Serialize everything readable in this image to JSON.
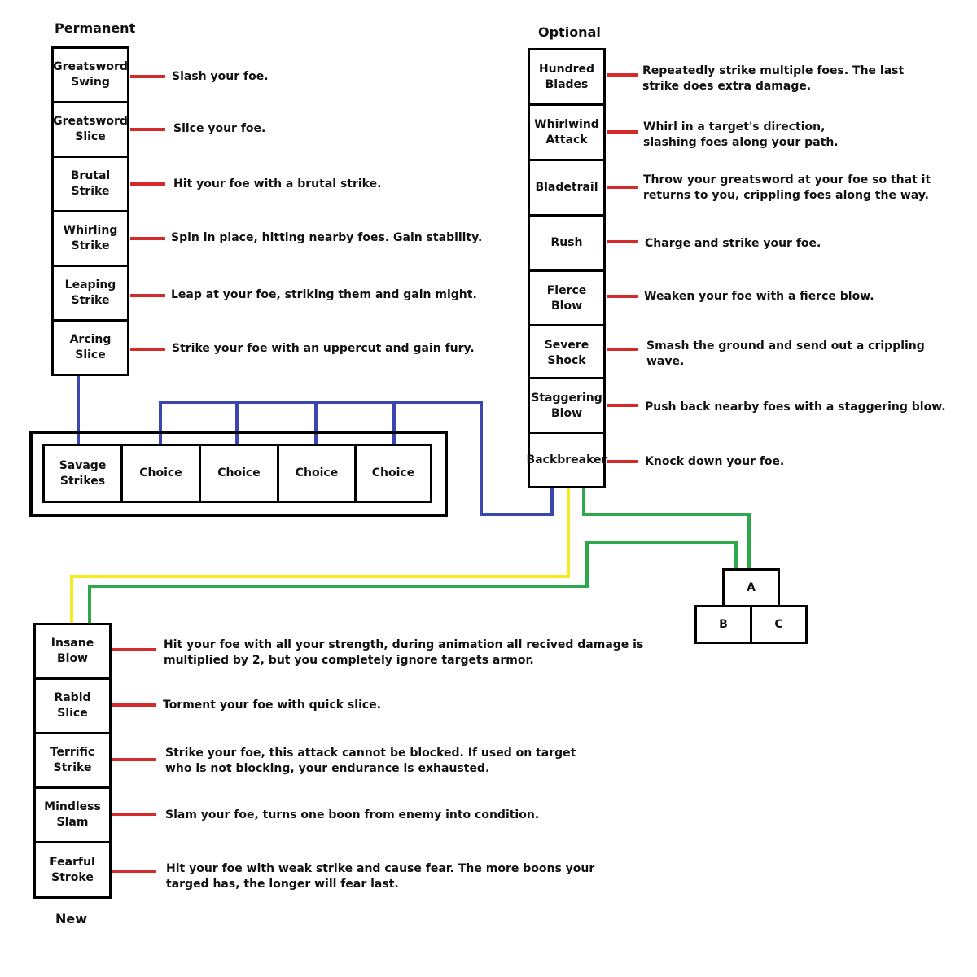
{
  "headings": {
    "permanent": "Permanent",
    "optional": "Optional",
    "new": "New"
  },
  "permanent": [
    {
      "name": "Greatsword\nSwing",
      "desc": "Slash your foe."
    },
    {
      "name": "Greatsword\nSlice",
      "desc": "Slice your foe."
    },
    {
      "name": "Brutal\nStrike",
      "desc": "Hit your foe with a brutal strike."
    },
    {
      "name": "Whirling\nStrike",
      "desc": "Spin in place, hitting nearby foes. Gain stability."
    },
    {
      "name": "Leaping\nStrike",
      "desc": "Leap at your foe, striking them and gain might."
    },
    {
      "name": "Arcing\nSlice",
      "desc": "Strike your foe with an uppercut and gain fury."
    }
  ],
  "optional": [
    {
      "name": "Hundred\nBlades",
      "desc": "Repeatedly strike multiple foes. The last\nstrike does extra damage."
    },
    {
      "name": "Whirlwind\nAttack",
      "desc": "Whirl in a target's direction,\nslashing foes along your path."
    },
    {
      "name": "Bladetrail",
      "desc": "Throw your greatsword at your foe so that it\nreturns to you, crippling foes along the way."
    },
    {
      "name": "Rush",
      "desc": "Charge and strike your foe."
    },
    {
      "name": "Fierce\nBlow",
      "desc": "Weaken your foe with a fierce blow."
    },
    {
      "name": "Severe\nShock",
      "desc": "Smash the ground and send out a crippling\nwave."
    },
    {
      "name": "Staggering\nBlow",
      "desc": "Push back nearby foes with a staggering blow."
    },
    {
      "name": "Backbreaker",
      "desc": "Knock down your foe."
    }
  ],
  "new": [
    {
      "name": "Insane\nBlow",
      "desc": "Hit your foe with all your strength, during animation all recived damage is\nmultiplied by 2, but you completely ignore targets armor."
    },
    {
      "name": "Rabid\nSlice",
      "desc": "Torment your foe with quick slice."
    },
    {
      "name": "Terrific\nStrike",
      "desc": "Strike your foe, this attack cannot be blocked. If used on target\nwho is not blocking, your endurance is exhausted."
    },
    {
      "name": "Mindless\nSlam",
      "desc": "Slam your foe, turns one boon from enemy into condition."
    },
    {
      "name": "Fearful\nStroke",
      "desc": "Hit your foe with weak strike and cause fear. The more boons your\ntarged has, the longer will fear last."
    }
  ],
  "bar": {
    "first": "Savage\nStrikes",
    "choices": [
      "Choice",
      "Choice",
      "Choice",
      "Choice"
    ]
  },
  "abc": {
    "a": "A",
    "b": "B",
    "c": "C"
  },
  "colors": {
    "red": "#d42a2a",
    "blue": "#3b45b0",
    "yellow": "#f4eb20",
    "green": "#2ea84a",
    "border": "#000000"
  }
}
